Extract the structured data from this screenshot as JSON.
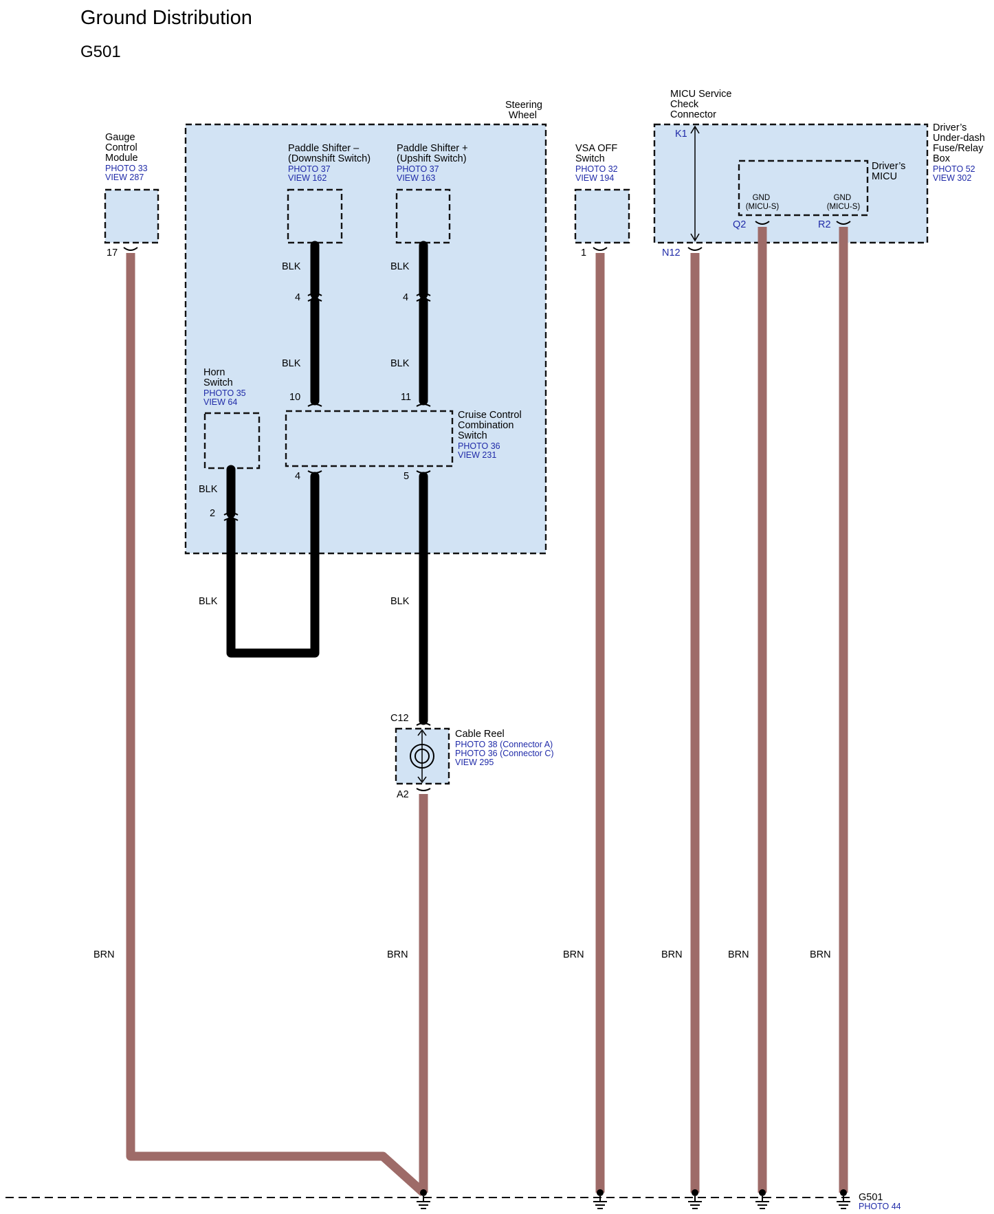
{
  "header": {
    "title": "Ground Distribution",
    "subtitle": "G501"
  },
  "components": {
    "gauge": {
      "name": [
        "Gauge",
        "Control",
        "Module"
      ],
      "photo": "PHOTO 33",
      "view": "VIEW 287",
      "pin": "17"
    },
    "steering_wheel": {
      "name": [
        "Steering",
        "Wheel"
      ]
    },
    "paddle_down": {
      "name": [
        "Paddle Shifter –",
        "(Downshift Switch)"
      ],
      "photo": "PHOTO 37",
      "view": "VIEW 162"
    },
    "paddle_up": {
      "name": [
        "Paddle Shifter +",
        "(Upshift Switch)"
      ],
      "photo": "PHOTO 37",
      "view": "VIEW 163"
    },
    "horn": {
      "name": [
        "Horn",
        "Switch"
      ],
      "photo": "PHOTO 35",
      "view": "VIEW 64",
      "pin": "2"
    },
    "cruise": {
      "name": [
        "Cruise Control",
        "Combination",
        "Switch"
      ],
      "photo": "PHOTO 36",
      "view": "VIEW 231",
      "pins": [
        "10",
        "11",
        "4",
        "5"
      ]
    },
    "vsa": {
      "name": [
        "VSA OFF",
        "Switch"
      ],
      "photo": "PHOTO 32",
      "view": "VIEW 194",
      "pin": "1"
    },
    "micu_conn": {
      "name": [
        "MICU Service",
        "Check",
        "Connector"
      ],
      "pin_top": "K1",
      "pin_bottom": "N12"
    },
    "fuse_box": {
      "name": [
        "Driver’s",
        "Under-dash",
        "Fuse/Relay",
        "Box"
      ],
      "photo": "PHOTO 52",
      "view": "VIEW 302"
    },
    "micu": {
      "name": [
        "Driver’s",
        "MICU"
      ],
      "gnd": [
        "GND",
        "(MICU-S)"
      ],
      "pins": [
        "Q2",
        "R2"
      ]
    },
    "cable_reel": {
      "name": "Cable Reel",
      "photo_a": "PHOTO 38 (Connector A)",
      "photo_c": "PHOTO 36 (Connector C)",
      "view": "VIEW 295",
      "pin_top": "C12",
      "pin_bottom": "A2"
    },
    "ground": {
      "name": "G501",
      "photo": "PHOTO 44"
    }
  },
  "wires": {
    "blk": "BLK",
    "brn": "BRN",
    "paddle_inline_pin": "4"
  },
  "colors": {
    "box_fill": "#d2e3f4",
    "brn_wire": "#9e6b68",
    "blk_wire": "#000000",
    "ref_text": "#1f2aa8"
  }
}
